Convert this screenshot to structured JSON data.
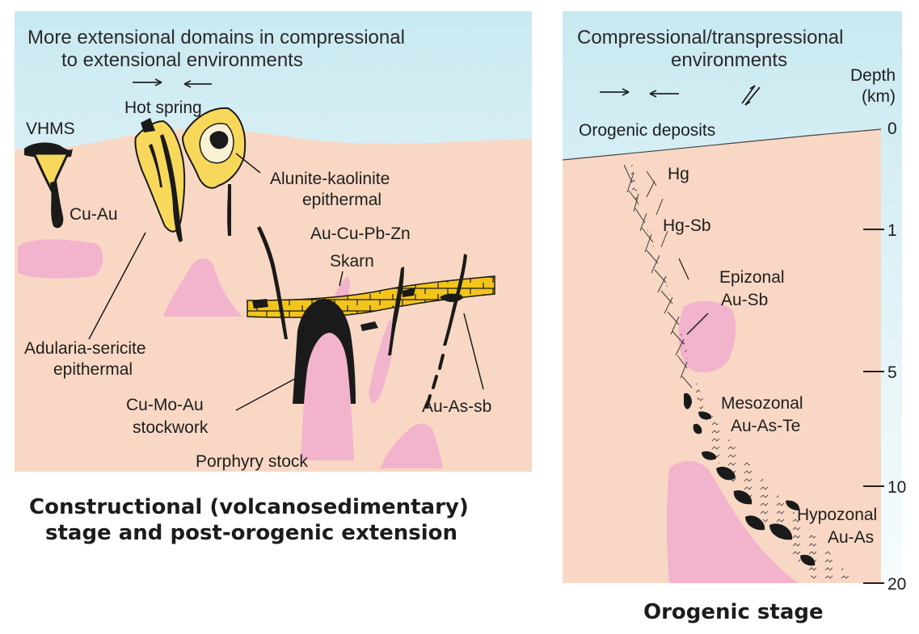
{
  "colors": {
    "sky_top": "#c7e8f0",
    "sky_bottom": "#f6fbfd",
    "crust": "#f8d8c4",
    "intrusion": "#f2b3cc",
    "alteration": "#f7d85a",
    "ore": "#1a1a1a"
  },
  "left_panel": {
    "heading_line1": "More extensional domains in compressional",
    "heading_line2": "to extensional environments",
    "labels": {
      "vhms": "VHMS",
      "hot_spring": "Hot spring",
      "cu_au": "Cu-Au",
      "alunite_line1": "Alunite-kaolinite",
      "alunite_line2": "epithermal",
      "au_cu_pb_zn": "Au-Cu-Pb-Zn",
      "skarn": "Skarn",
      "adularia_line1": "Adularia-sericite",
      "adularia_line2": "epithermal",
      "cumoau_line1": "Cu-Mo-Au",
      "cumoau_line2": "stockwork",
      "au_as_sb": "Au-As-sb",
      "porphyry": "Porphyry stock"
    },
    "caption_line1": "Constructional (volcanosedimentary)",
    "caption_line2": "stage and post-orogenic extension"
  },
  "right_panel": {
    "heading_line1": "Compressional/transpressional",
    "heading_line2": "environments",
    "depth_title_line1": "Depth",
    "depth_title_line2": "(km)",
    "depth_ticks": [
      "0",
      "1",
      "5",
      "10",
      "20"
    ],
    "labels": {
      "orogenic_deposits": "Orogenic deposits",
      "hg": "Hg",
      "hg_sb": "Hg-Sb",
      "epizonal_line1": "Epizonal",
      "epizonal_line2": "Au-Sb",
      "mesozonal_line1": "Mesozonal",
      "mesozonal_line2": "Au-As-Te",
      "hypozonal_line1": "Hypozonal",
      "hypozonal_line2": "Au-As"
    },
    "caption": "Orogenic stage"
  }
}
